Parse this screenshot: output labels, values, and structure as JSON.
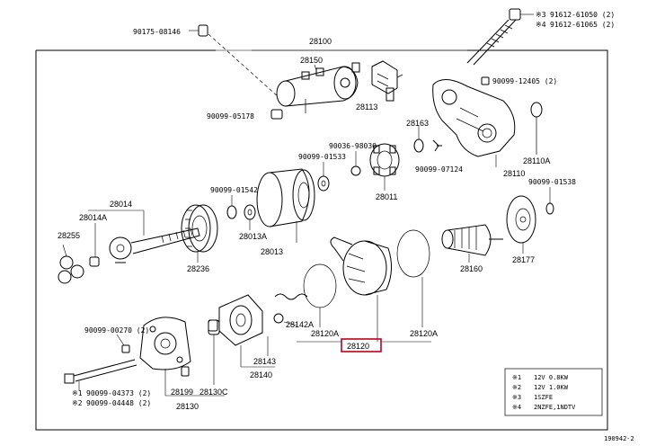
{
  "diagram": {
    "parts": {
      "p90175": "90175-08146",
      "p28100": "28100",
      "p28150": "28150",
      "p90099_05178": "90099-05178",
      "p28113": "28113",
      "p90099_12405": "90099-12405 (2)",
      "p28163": "28163",
      "p90036": "90036-98030",
      "p90099_01533": "90099-01533",
      "p90099_07124": "90099-07124",
      "p28110A": "28110A",
      "p28110": "28110",
      "p28011": "28011",
      "p90099_01538": "90099-01538",
      "p90099_01542": "90099-01542",
      "p28014": "28014",
      "p28014A": "28014A",
      "p28255": "28255",
      "p28013A": "28013A",
      "p28013": "28013",
      "p28236": "28236",
      "p28160": "28160",
      "p28177": "28177",
      "p90099_00270": "90099-00270 (2)",
      "p28142A": "28142A",
      "p28120A_l": "28120A",
      "p28120": "28120",
      "p28120A_r": "28120A",
      "p28143": "28143",
      "p28140": "28140",
      "p28199": "28199",
      "p28130C": "28130C",
      "p28130": "28130",
      "p90099_04373": "90099-04373 (2)",
      "p90099_04448": "90099-04448 (2)"
    },
    "bolt_refs": [
      {
        "mark": "※3",
        "code": "91612-61050 (2)"
      },
      {
        "mark": "※4",
        "code": "91612-61065 (2)"
      }
    ],
    "screw_marks": [
      "※1",
      "※2"
    ],
    "notes": [
      {
        "mark": "※1",
        "text": "12V 0.8KW"
      },
      {
        "mark": "※2",
        "text": "12V 1.0KW"
      },
      {
        "mark": "※3",
        "text": "1SZFE"
      },
      {
        "mark": "※4",
        "text": "2NZFE,1NDTV"
      }
    ],
    "figure_id": "190942-2",
    "highlight_color": "#c0001a"
  }
}
